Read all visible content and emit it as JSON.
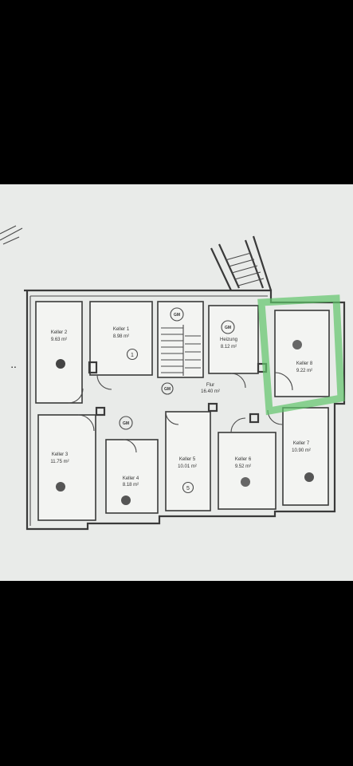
{
  "rooms": [
    {
      "id": "keller2",
      "name": "Keller 2",
      "area": "9.63 m²",
      "number": ""
    },
    {
      "id": "keller1",
      "name": "Keller 1",
      "area": "8.98 m²",
      "number": "1"
    },
    {
      "id": "heizung",
      "name": "Heizung",
      "area": "8.12 m²",
      "number": ""
    },
    {
      "id": "keller8",
      "name": "Keller 8",
      "area": "9.22 m²",
      "number": ""
    },
    {
      "id": "flur",
      "name": "Flur",
      "area": "16.40 m²",
      "number": ""
    },
    {
      "id": "keller3",
      "name": "Keller 3",
      "area": "11.75 m²",
      "number": ""
    },
    {
      "id": "keller4",
      "name": "Keller 4",
      "area": "8.18 m²",
      "number": ""
    },
    {
      "id": "keller5",
      "name": "Keller 5",
      "area": "10.01 m²",
      "number": "5"
    },
    {
      "id": "keller6",
      "name": "Keller 6",
      "area": "9.52 m²",
      "number": ""
    },
    {
      "id": "keller7",
      "name": "Keller 7",
      "area": "10.90 m²",
      "number": ""
    }
  ],
  "gm_label": "GM",
  "highlight_color": "#5fc46a"
}
